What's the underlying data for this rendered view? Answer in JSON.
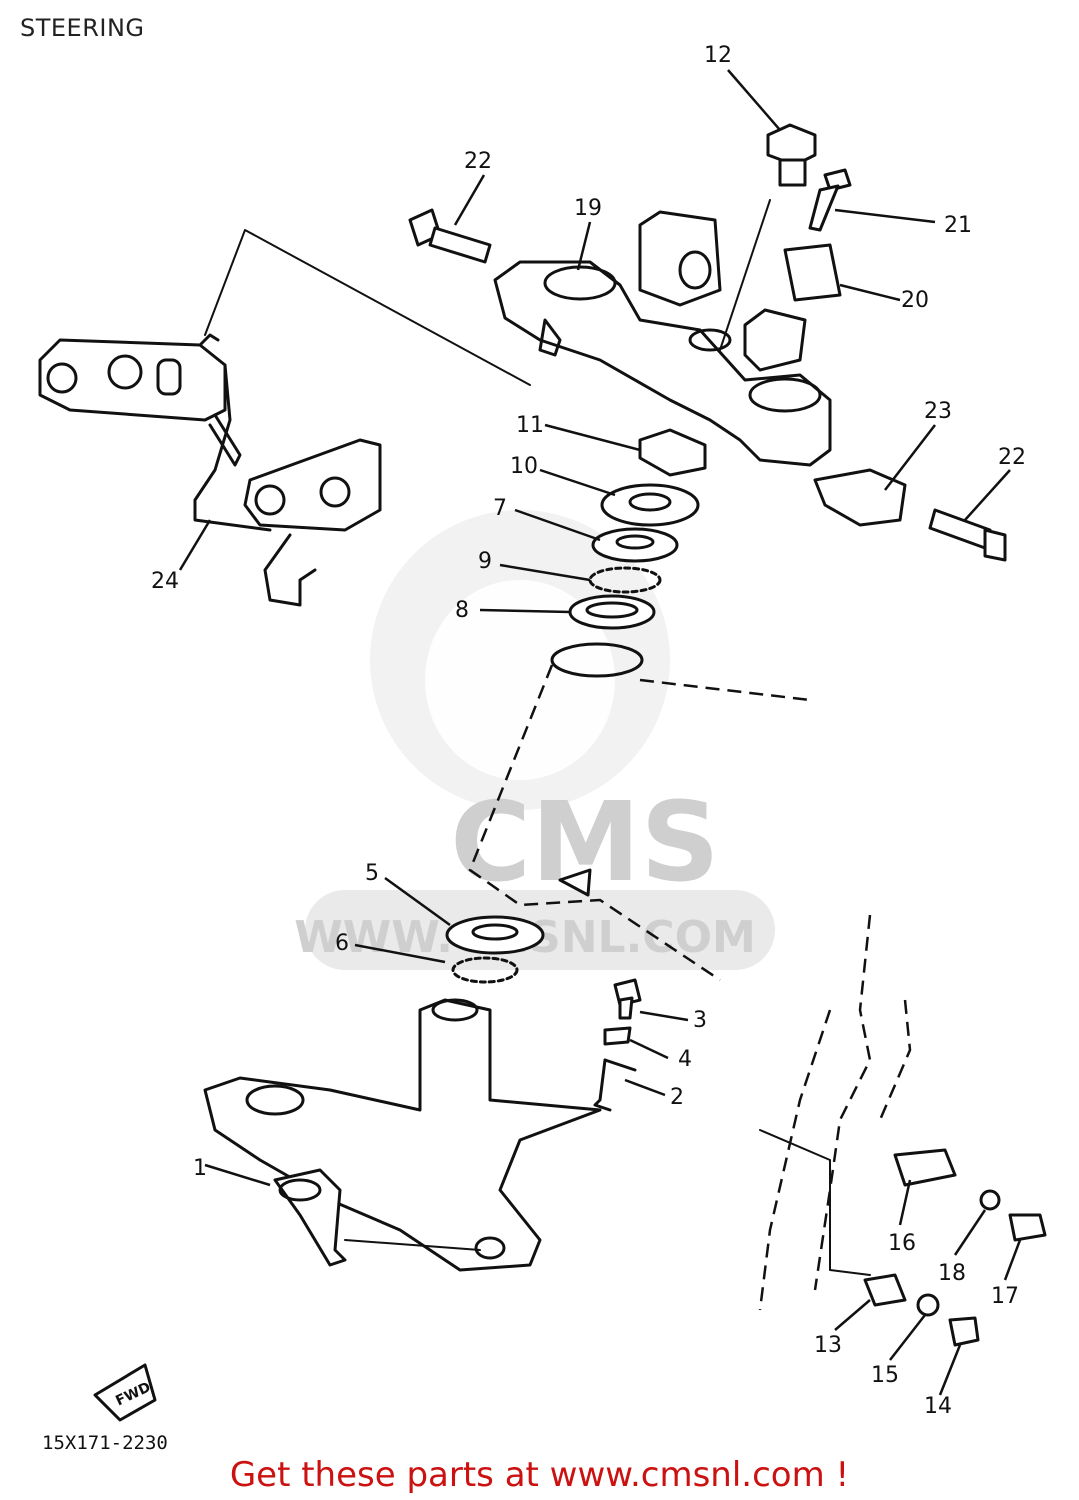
{
  "title": "STEERING",
  "watermark": {
    "brand": "CMS",
    "url": "WWW.CMSNL.COM"
  },
  "drawing_code": "15X171-2230",
  "fwd_label": "FWD",
  "footer": "Get these parts at www.cmsnl.com !",
  "callouts": {
    "c1": "1",
    "c2": "2",
    "c3": "3",
    "c4": "4",
    "c5": "5",
    "c6": "6",
    "c7": "7",
    "c8": "8",
    "c9": "9",
    "c10": "10",
    "c11": "11",
    "c12": "12",
    "c13": "13",
    "c14": "14",
    "c15": "15",
    "c16": "16",
    "c17": "17",
    "c18": "18",
    "c19": "19",
    "c20": "20",
    "c21": "21",
    "c22a": "22",
    "c22b": "22",
    "c23": "23",
    "c24": "24"
  }
}
